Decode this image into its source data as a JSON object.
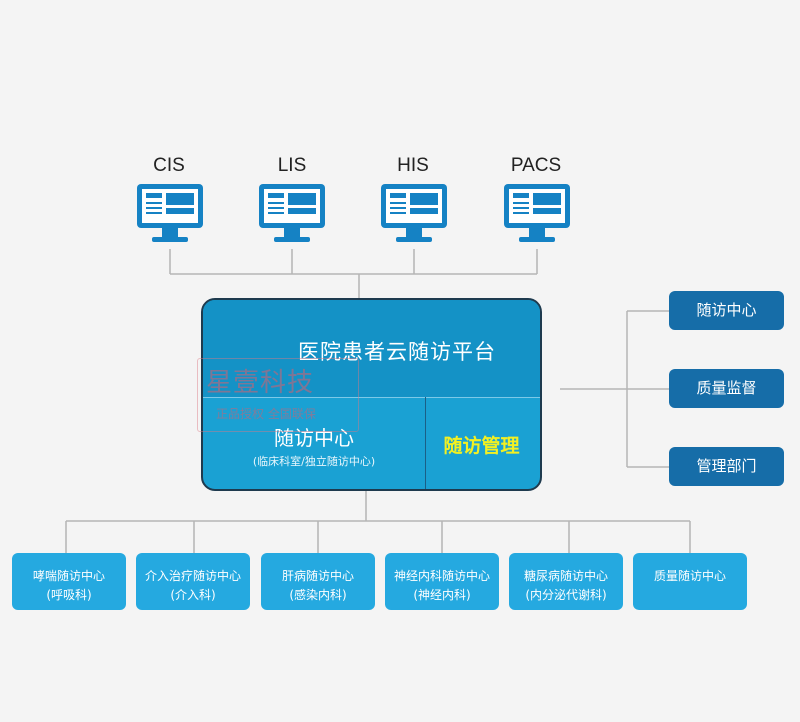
{
  "systems": [
    {
      "label": "CIS",
      "icon": "monitor-icon"
    },
    {
      "label": "LIS",
      "icon": "monitor-icon"
    },
    {
      "label": "HIS",
      "icon": "monitor-icon"
    },
    {
      "label": "PACS",
      "icon": "monitor-icon"
    }
  ],
  "platform": {
    "title": "医院患者云随访平台",
    "center": {
      "title": "随访中心",
      "subtitle": "(临床科室/独立随访中心)"
    },
    "management": "随访管理"
  },
  "watermark": {
    "main": "星壹科技",
    "sub": "正品授权 全国联保"
  },
  "management_items": [
    "随访中心",
    "质量监督",
    "管理部门"
  ],
  "centers": [
    {
      "name": "哮喘随访中心",
      "dept": "(呼吸科)"
    },
    {
      "name": "介入治疗随访中心",
      "dept": "(介入科)"
    },
    {
      "name": "肝病随访中心",
      "dept": "(感染内科)"
    },
    {
      "name": "神经内科随访中心",
      "dept": "(神经内科)"
    },
    {
      "name": "糖尿病随访中心",
      "dept": "(内分泌代谢科)"
    },
    {
      "name": "质量随访中心",
      "dept": ""
    }
  ],
  "colors": {
    "platform_top": "#1492c6",
    "platform_bottom": "#1aa1d3",
    "management_text": "#f2f022",
    "right_box": "#166da8",
    "bottom_box": "#25a9e0",
    "monitor": "#1582c4",
    "connector": "#b5b5b5"
  }
}
